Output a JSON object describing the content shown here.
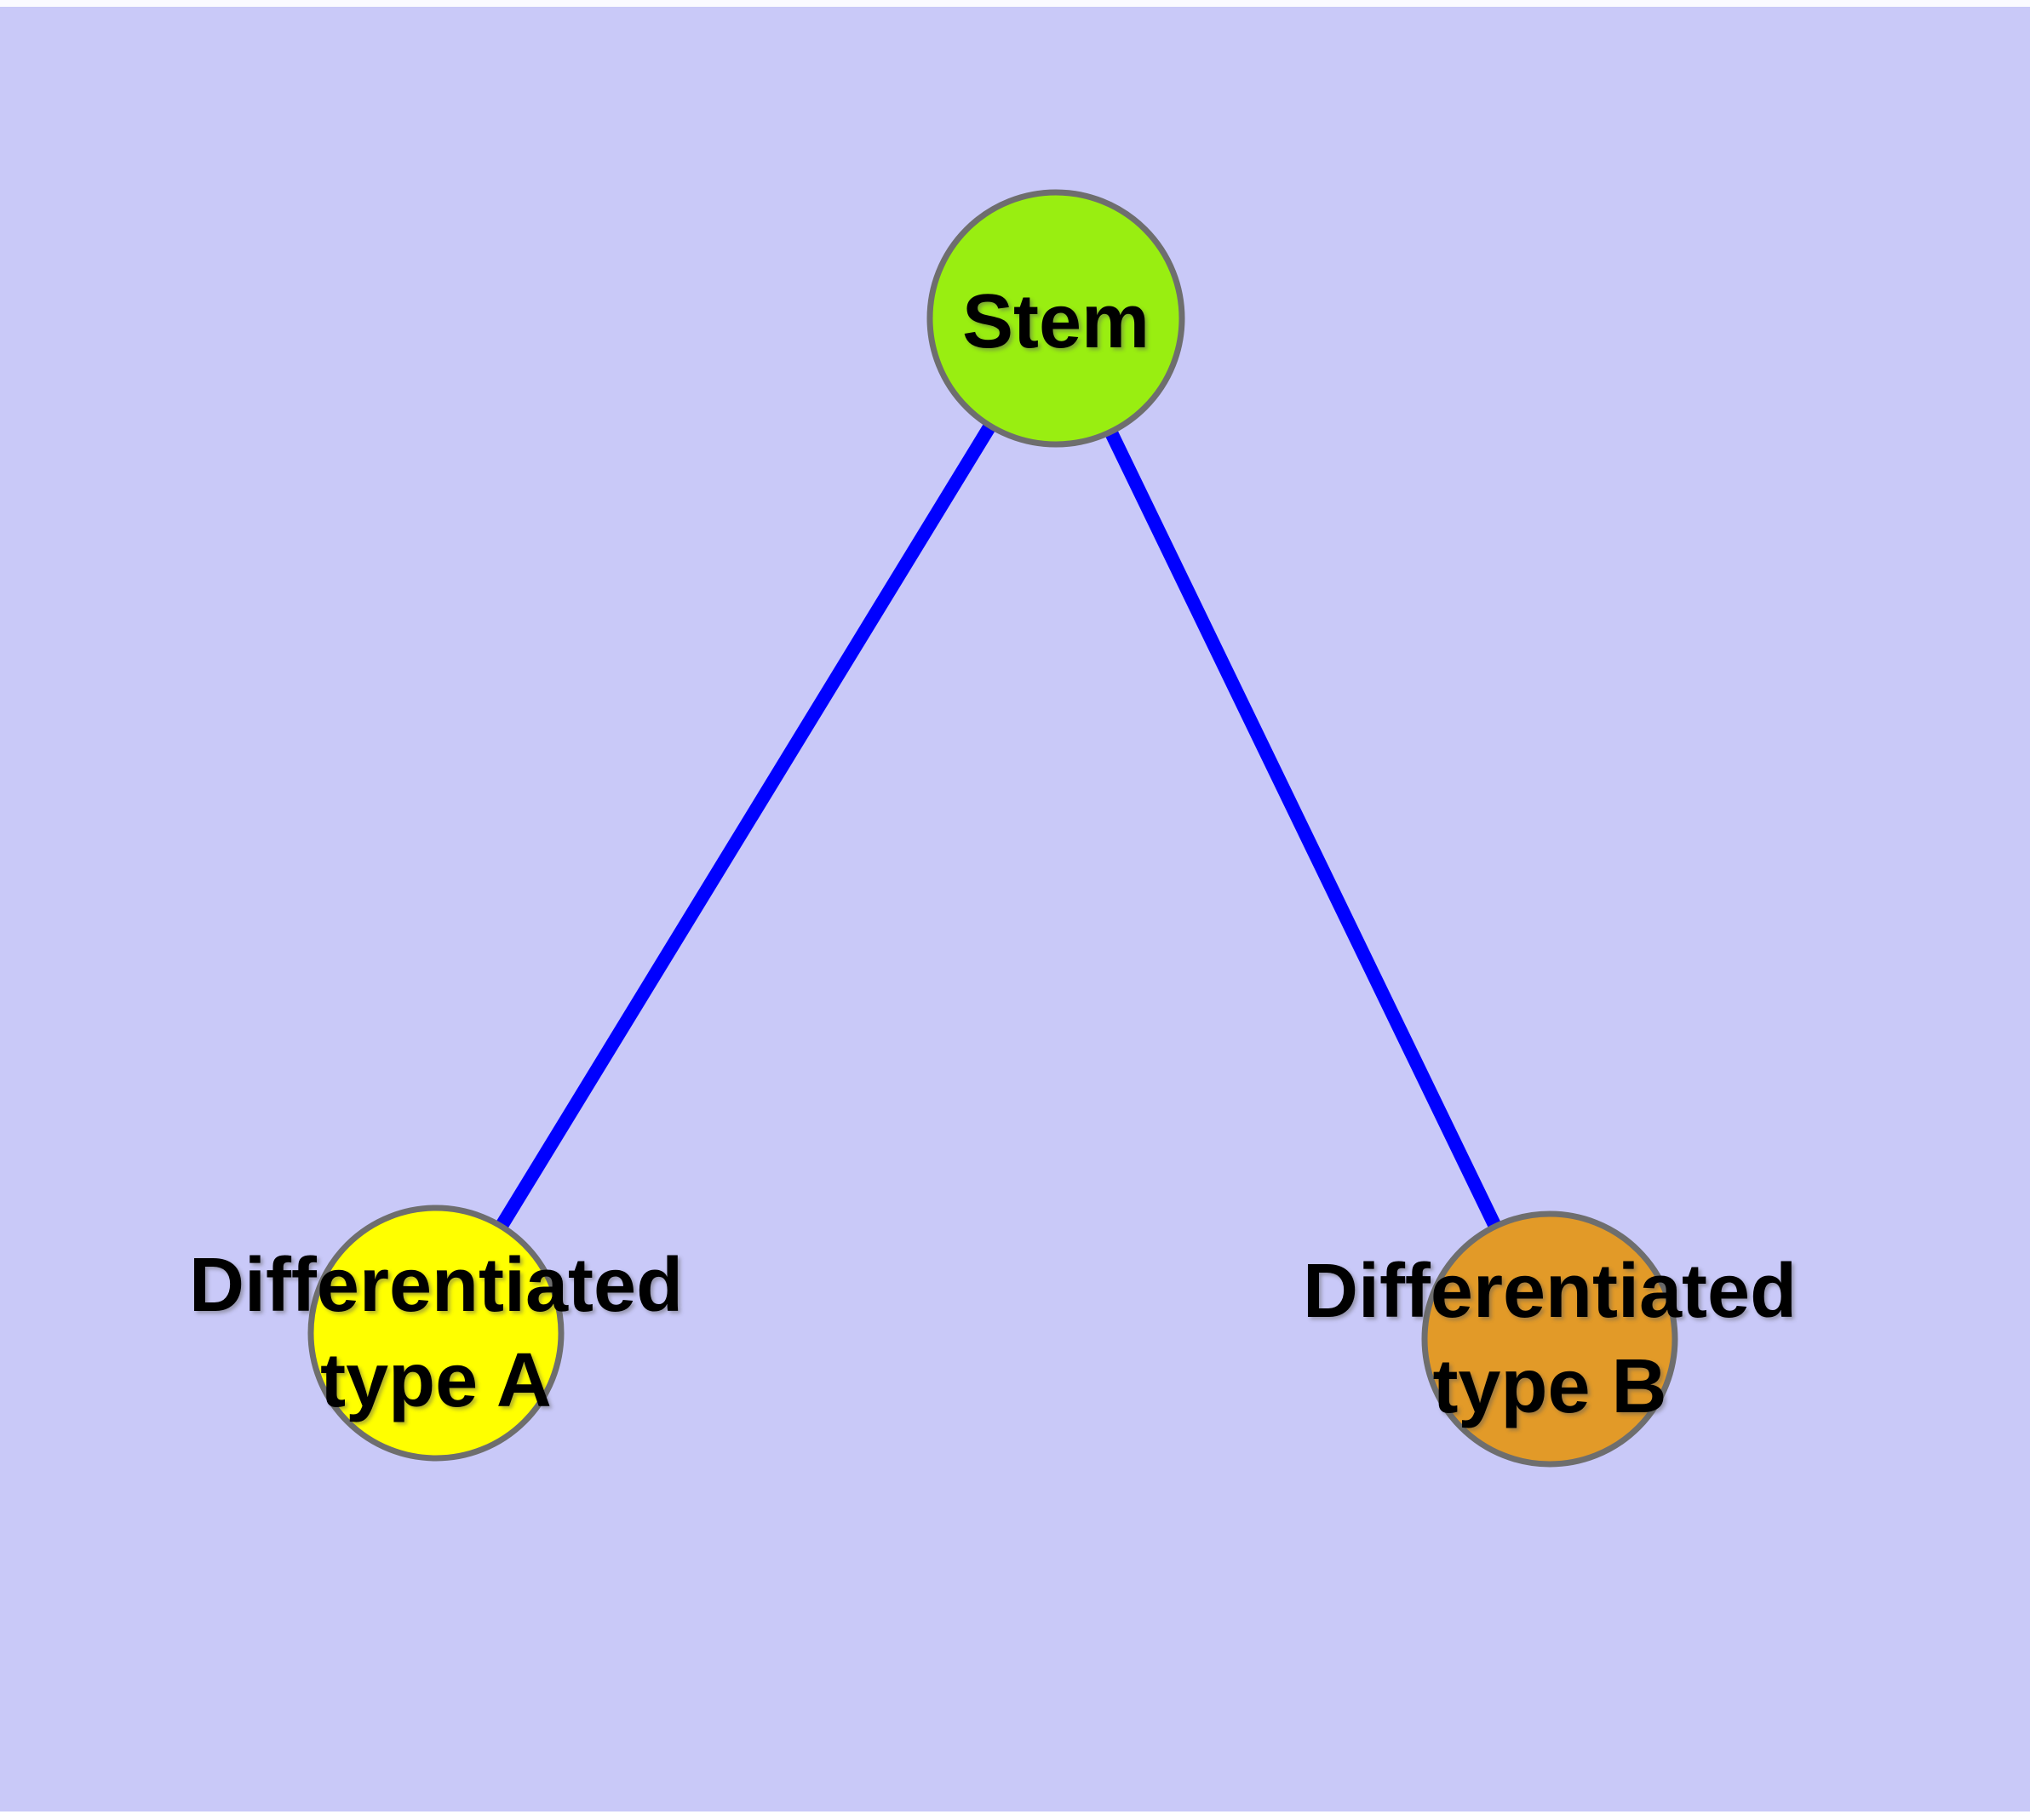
{
  "diagram": {
    "type": "graph",
    "background_color": "#c9c9f8",
    "edge_color": "#0000ff",
    "node_border_color": "#6e6e6e",
    "label_color": "#000000",
    "nodes": [
      {
        "id": "stem",
        "lines": [
          "Stem"
        ],
        "fill": "#99ee11"
      },
      {
        "id": "differentiated-type-a",
        "lines": [
          "Differentiated",
          "type A"
        ],
        "fill": "#ffff00"
      },
      {
        "id": "differentiated-type-b",
        "lines": [
          "Differentiated",
          "type B"
        ],
        "fill": "#e29a28"
      }
    ],
    "edges": [
      {
        "from": "stem",
        "to": "differentiated-type-a"
      },
      {
        "from": "stem",
        "to": "differentiated-type-b"
      }
    ]
  }
}
